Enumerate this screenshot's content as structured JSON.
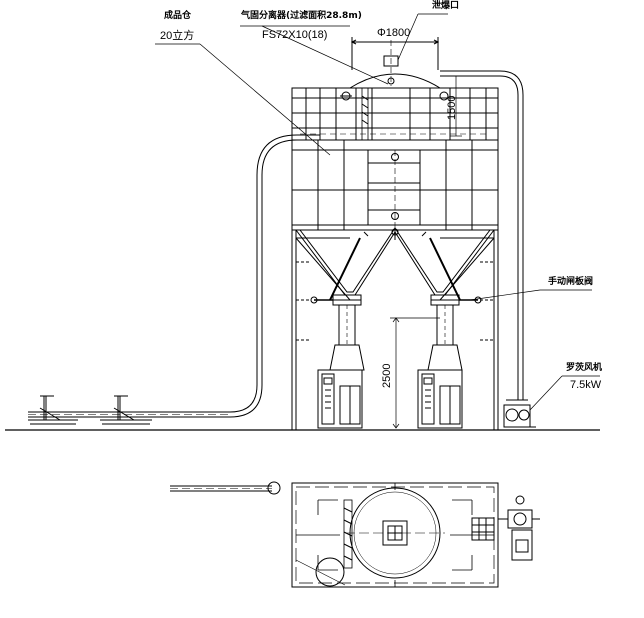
{
  "labels": {
    "product_bin": "成品仓",
    "product_bin_volume": "20立方",
    "separator": "气固分离器(过滤面积28.8m)",
    "separator_model": "FS72X10(18)",
    "diameter": "Φ1800",
    "explosion_vent": "泄爆口",
    "height_top": "1500",
    "manual_gate_valve": "手动闸板阀",
    "height_outlet": "2500",
    "roots_blower": "罗茨风机",
    "blower_power": "7.5kW"
  },
  "colors": {
    "line": "#000000",
    "background": "#ffffff"
  }
}
